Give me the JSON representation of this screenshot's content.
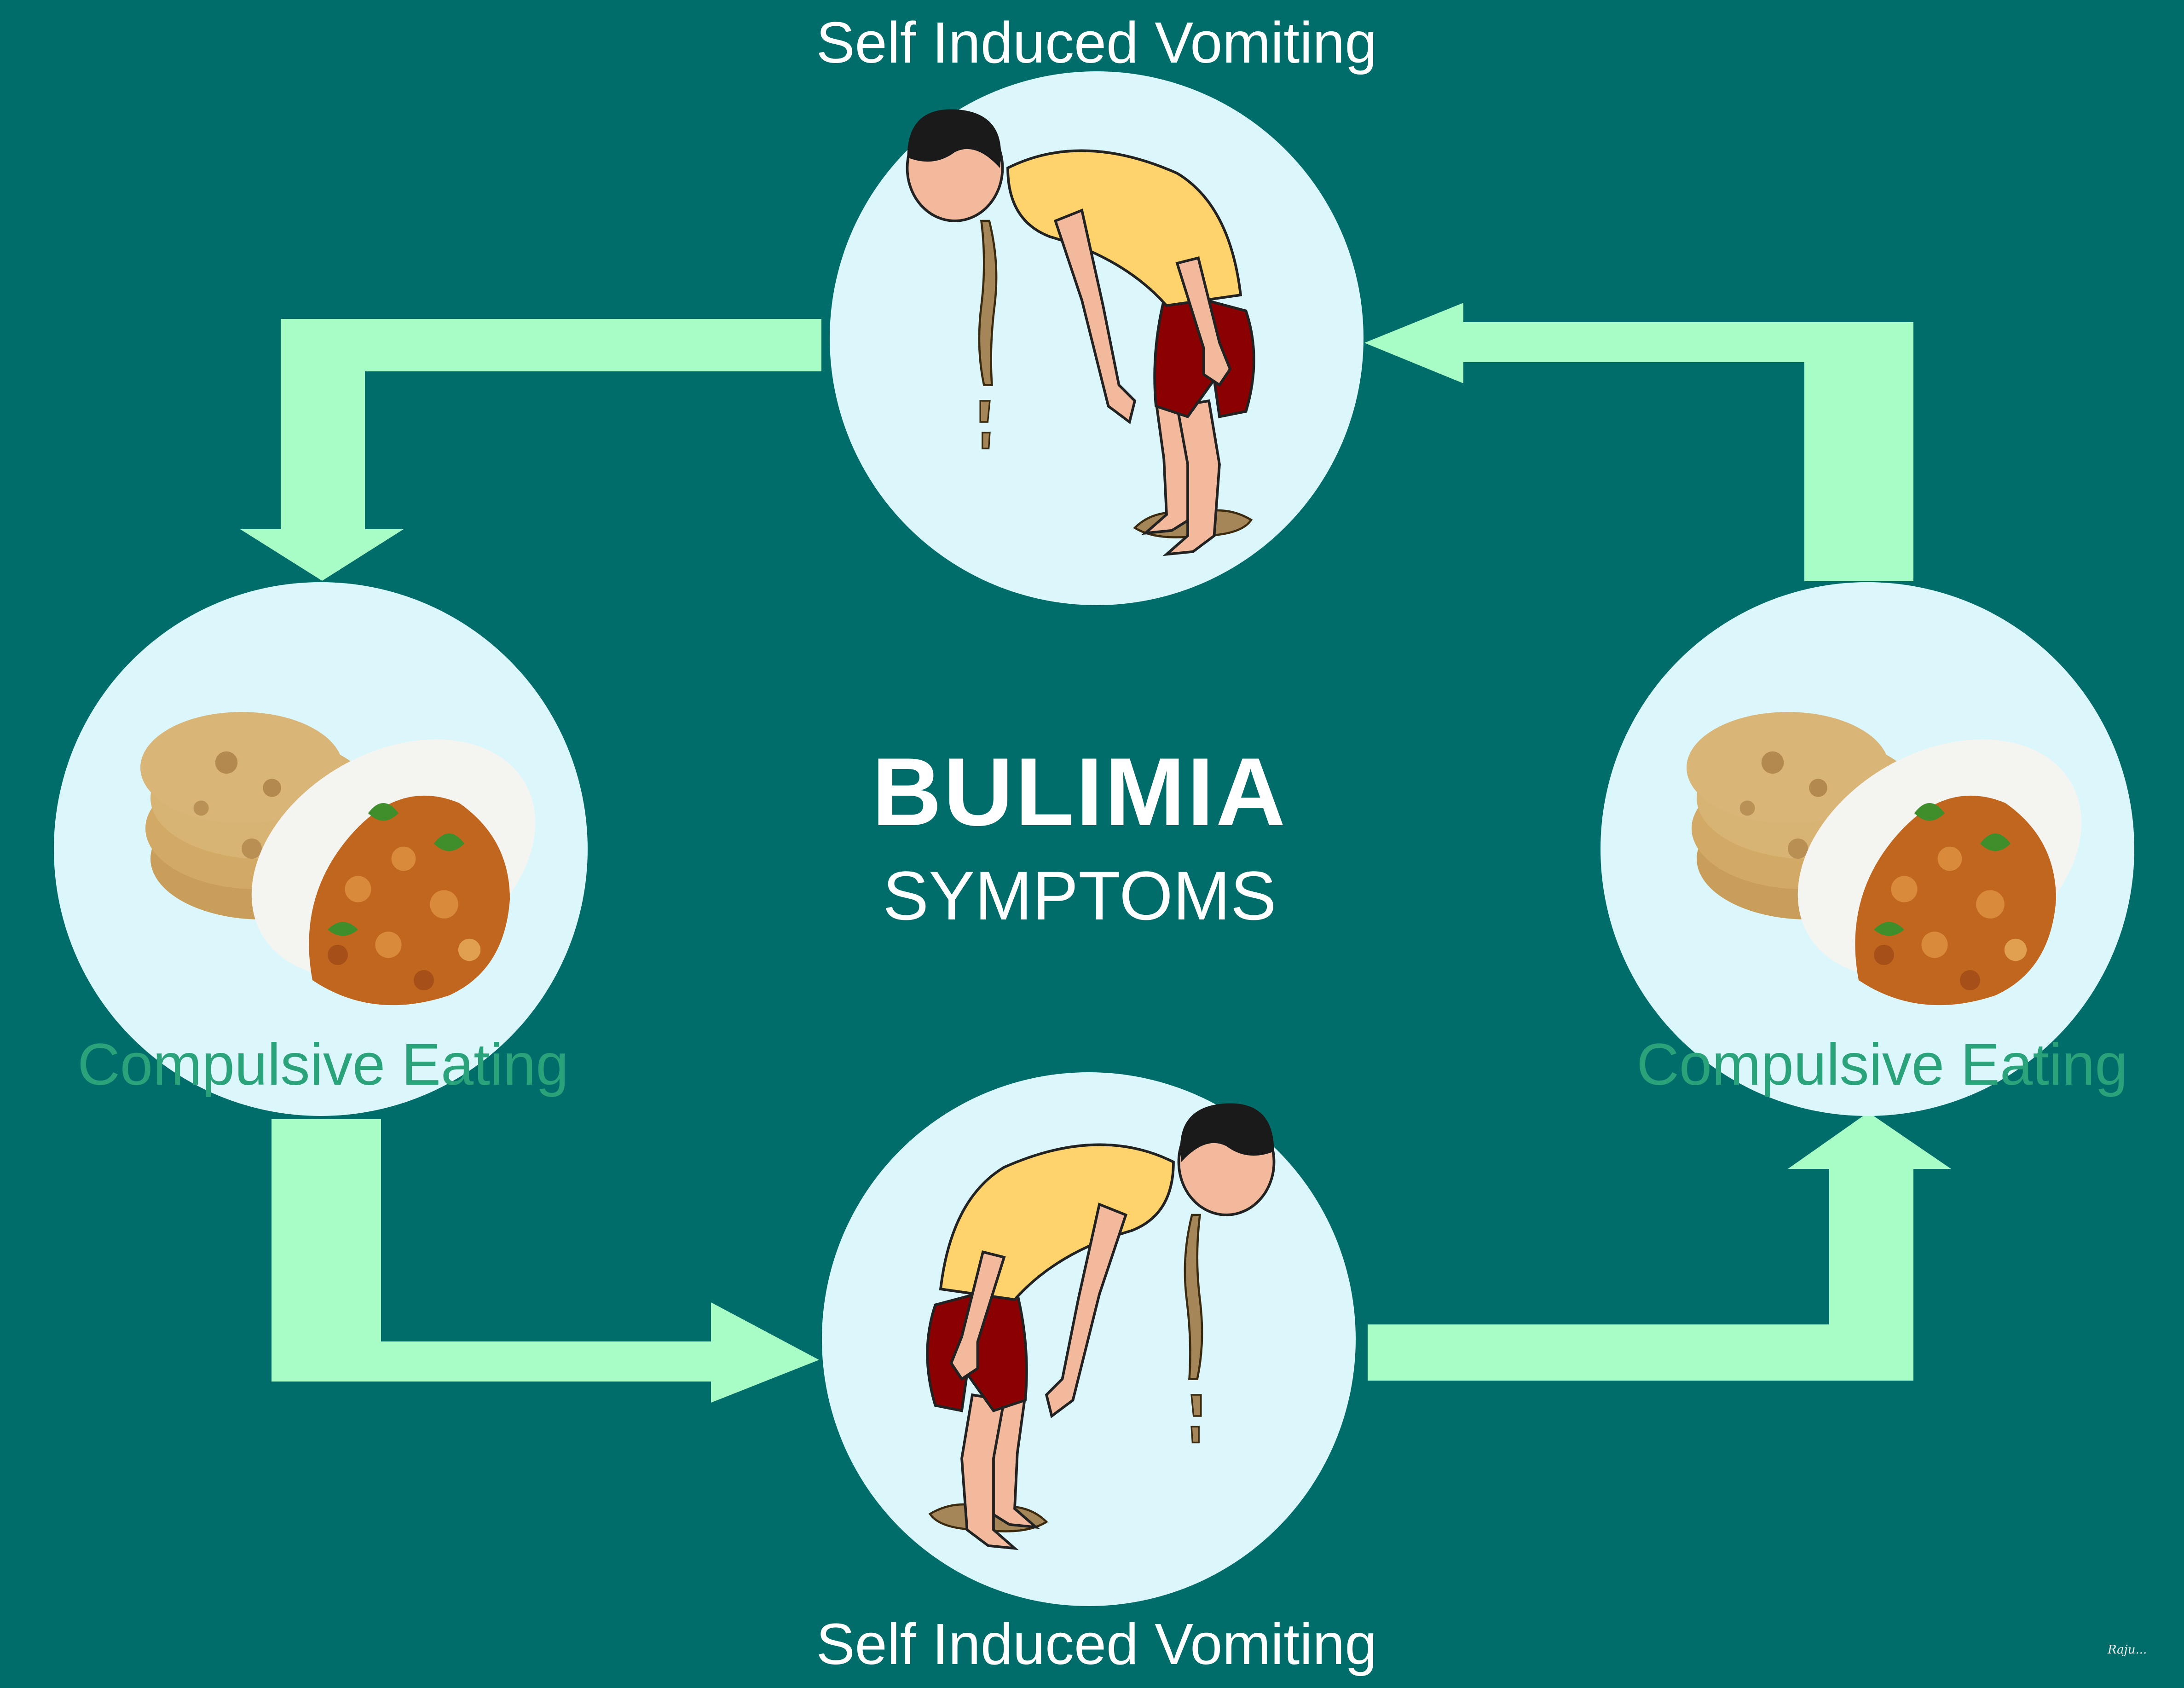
{
  "title": "BULIMIA",
  "subtitle": "SYMPTOMS",
  "nodes": {
    "top": {
      "label": "Self Induced Vomiting",
      "icon": "vomiting-person-icon"
    },
    "left": {
      "label": "Compulsive Eating",
      "icon": "food-plate-icon"
    },
    "bottom": {
      "label": "Self Induced Vomiting",
      "icon": "vomiting-person-icon"
    },
    "right": {
      "label": "Compulsive Eating",
      "icon": "food-plate-icon"
    }
  },
  "signature": "Raju...",
  "colors": {
    "background": "#006d6a",
    "circle": "#dbf7fb",
    "arrow": "#a8fcc6",
    "eating_label": "#2aa37a",
    "text": "#ffffff"
  }
}
